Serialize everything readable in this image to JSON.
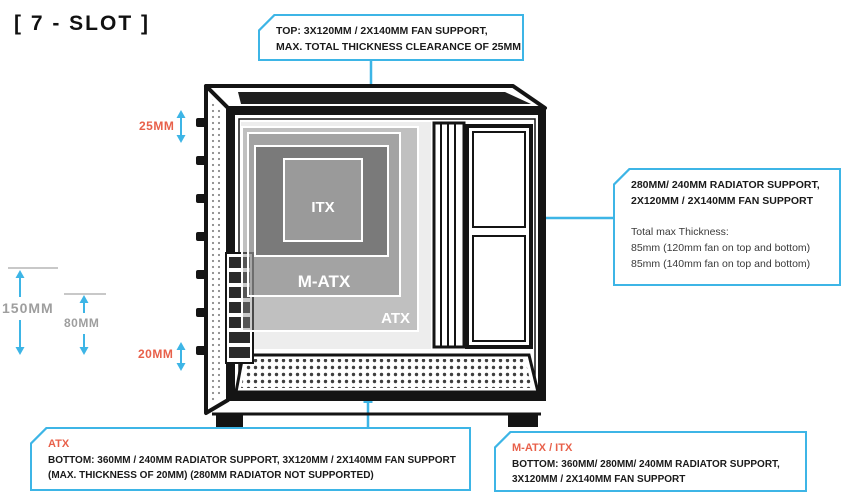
{
  "title": "[ 7 - SLOT ]",
  "board_labels": {
    "itx": "ITX",
    "matx": "M-ATX",
    "atx": "ATX"
  },
  "dimensions": {
    "top_clearance": "25MM",
    "rear_height": "150MM",
    "rear_inner": "80MM",
    "bottom_clearance": "20MM"
  },
  "callouts": {
    "top": {
      "lines": [
        "TOP: 3X120MM / 2X140MM FAN SUPPORT,",
        "MAX. TOTAL THICKNESS CLEARANCE OF 25MM"
      ]
    },
    "right": {
      "heading_lines": [
        "280MM/ 240MM RADIATOR SUPPORT,",
        "2X120MM / 2X140MM FAN SUPPORT"
      ],
      "detail_lines": [
        "Total max Thickness:",
        "85mm (120mm fan on top and bottom)",
        "85mm (140mm fan on top and bottom)"
      ]
    },
    "bottom_left": {
      "heading": "ATX",
      "lines": [
        "BOTTOM: 360MM / 240MM RADIATOR SUPPORT, 3X120MM / 2X140MM FAN SUPPORT",
        "(MAX. THICKNESS OF 20MM) (280MM RADIATOR NOT SUPPORTED)"
      ]
    },
    "bottom_right": {
      "heading": "M-ATX / ITX",
      "lines": [
        "BOTTOM: 360MM/ 280MM/ 240MM RADIATOR SUPPORT,",
        "3X120MM / 2X140MM FAN SUPPORT"
      ]
    }
  },
  "colors": {
    "accent": "#3db5e6",
    "dimension_red": "#e8604a",
    "dimension_gray": "#9e9e9e"
  }
}
